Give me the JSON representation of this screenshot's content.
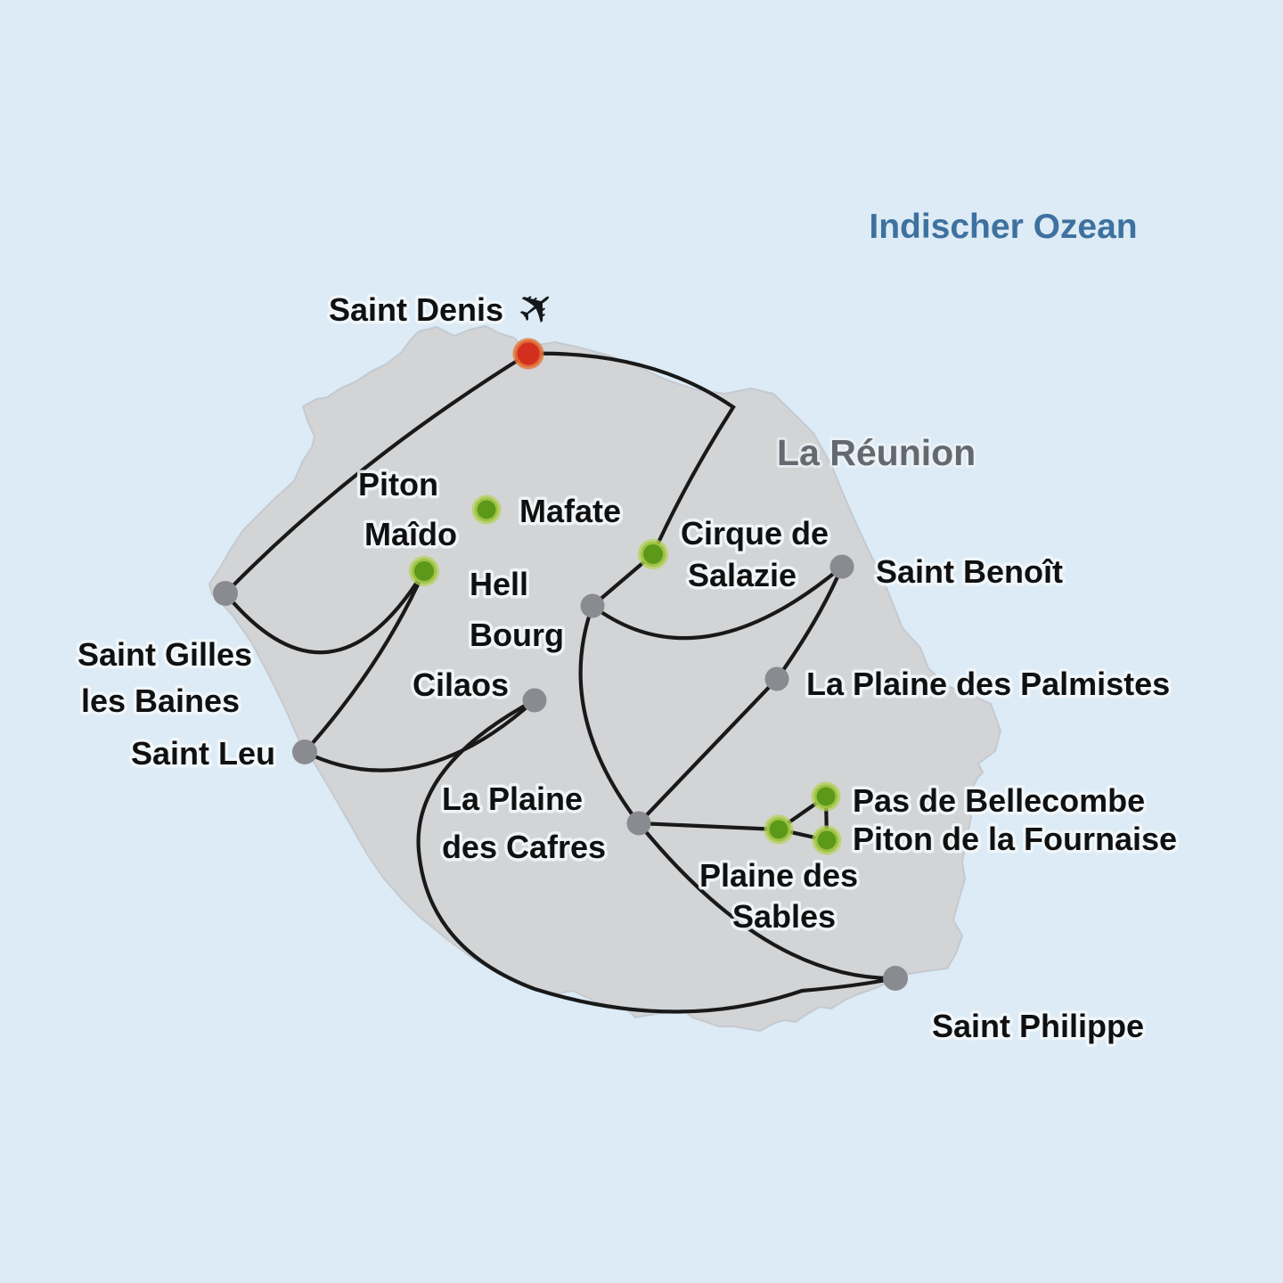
{
  "map": {
    "ocean_label": "Indischer Ozean",
    "region_label": "La Réunion"
  },
  "icons": {
    "airport": "✈"
  },
  "colors": {
    "ocean": "#dcebf5",
    "island_fill": "#d3d4d6",
    "island_edge": "#c5cad0",
    "route_line": "#191919",
    "town_marker": "#8a8b90",
    "sight_marker": "#5c991b",
    "sight_halo": "#b4d254",
    "start_marker": "#d22f1f",
    "start_halo": "#e3773b",
    "label_text": "#101010",
    "label_halo": "#f3f7fa",
    "region_text": "#63696e",
    "ocean_text": "#3e719f"
  },
  "places": [
    {
      "name": "Saint Denis",
      "marker": "start",
      "lines": [
        "Saint Denis"
      ]
    },
    {
      "name": "Piton Maîdo",
      "marker": "sight",
      "lines": [
        "Piton",
        "Maîdo"
      ]
    },
    {
      "name": "Mafate",
      "marker": "sight",
      "lines": [
        "Mafate"
      ]
    },
    {
      "name": "Cirque de Salazie",
      "marker": "sight",
      "lines": [
        "Cirque de",
        "Salazie"
      ]
    },
    {
      "name": "Hell Bourg",
      "marker": "town",
      "lines": [
        "Hell",
        "Bourg"
      ]
    },
    {
      "name": "Saint Benoît",
      "marker": "town",
      "lines": [
        "Saint Benoît"
      ]
    },
    {
      "name": "Saint Gilles les Baines",
      "marker": "town",
      "lines": [
        "Saint Gilles",
        "les Baines"
      ]
    },
    {
      "name": "Saint Leu",
      "marker": "town",
      "lines": [
        "Saint Leu"
      ]
    },
    {
      "name": "Cilaos",
      "marker": "town",
      "lines": [
        "Cilaos"
      ]
    },
    {
      "name": "La Plaine des Palmistes",
      "marker": "town",
      "lines": [
        "La Plaine des Palmistes"
      ]
    },
    {
      "name": "La Plaine des Cafres",
      "marker": "town",
      "lines": [
        "La Plaine",
        "des Cafres"
      ]
    },
    {
      "name": "Pas de Bellecombe",
      "marker": "sight",
      "lines": [
        "Pas de Bellecombe"
      ]
    },
    {
      "name": "Piton de la Fournaise",
      "marker": "sight",
      "lines": [
        "Piton de la Fournaise"
      ]
    },
    {
      "name": "Plaine des Sables",
      "marker": "sight",
      "lines": [
        "Plaine des",
        "Sables"
      ]
    },
    {
      "name": "Saint Philippe",
      "marker": "town",
      "lines": [
        "Saint Philippe"
      ]
    }
  ]
}
